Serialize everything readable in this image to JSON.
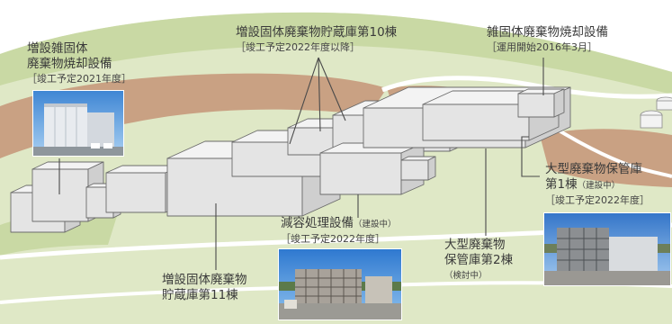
{
  "labels": {
    "incinerator_new": {
      "line1": "増設雑固体",
      "line2": "廃棄物焼却設備",
      "sub": "［竣工予定2021年度］"
    },
    "storage_10": {
      "line1": "増設固体廃棄物貯蔵庫第10棟",
      "sub": "［竣工予定2022年度以降］"
    },
    "incinerator_existing": {
      "line1": "雑固体廃棄物焼却設備",
      "sub": "［運用開始2016年3月］"
    },
    "large_storage_1": {
      "line1": "大型廃棄物保管庫",
      "line2": "第1棟",
      "note": "（建設中）",
      "sub": "［竣工予定2022年度］"
    },
    "volume_reduction": {
      "line1": "減容処理設備",
      "note": "（建設中）",
      "sub": "［竣工予定2022年度］"
    },
    "large_storage_2": {
      "line1": "大型廃棄物",
      "line2": "保管庫第2棟",
      "note": "（検討中）"
    },
    "storage_11": {
      "line1": "増設固体廃棄物",
      "line2": "貯蔵庫第11棟"
    }
  },
  "colors": {
    "grass": "#dfe8c6",
    "grass_dark": "#c9d9a4",
    "soil": "#c9a183",
    "road": "#ffffff",
    "building_top": "#f3f3f3",
    "building_front": "#e4e4e4",
    "building_side": "#cfcfcf",
    "building_edge": "#6b6b6b",
    "text": "#3a3a3a"
  }
}
